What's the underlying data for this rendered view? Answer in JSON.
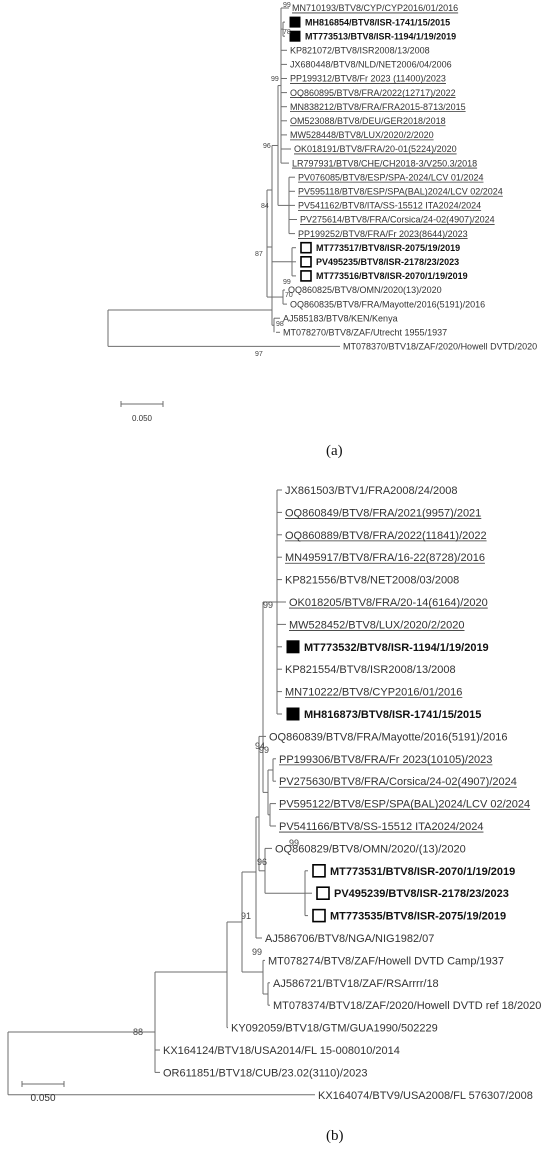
{
  "panels": [
    {
      "label": "(a)",
      "scale_bar": "0.050",
      "taxa": [
        {
          "name": "MN710193/BTV8/CYP/CYP2016/01/2016",
          "underline": true
        },
        {
          "name": "MH816854/BTV8/ISR-1741/15/2015",
          "bold": true,
          "marker": "filled"
        },
        {
          "name": "MT773513/BTV8/ISR-1194/1/19/2019",
          "bold": true,
          "marker": "filled"
        },
        {
          "name": "KP821072/BTV8/ISR2008/13/2008"
        },
        {
          "name": "JX680448/BTV8/NLD/NET2006/04/2006"
        },
        {
          "name": "PP199312/BTV8/Fr 2023 (11400)/2023",
          "underline": true
        },
        {
          "name": "OQ860895/BTV8/FRA/2022(12717)/2022",
          "underline": true
        },
        {
          "name": "MN838212/BTV8/FRA/FRA2015-8713/2015",
          "underline": true
        },
        {
          "name": "OM523088/BTV8/DEU/GER2018/2018",
          "underline": true
        },
        {
          "name": "MW528448/BTV8/LUX/2020/2/2020",
          "underline": true
        },
        {
          "name": "OK018191/BTV8/FRA/20-01(5224)/2020",
          "underline": true
        },
        {
          "name": "LR797931/BTV8/CHE/CH2018-3/V250.3/2018",
          "underline": true
        },
        {
          "name": "PV076085/BTV8/ESP/SPA-2024/LCV 01/2024",
          "underline": true
        },
        {
          "name": "PV595118/BTV8/ESP/SPA(BAL)2024/LCV 02/2024",
          "underline": true
        },
        {
          "name": "PV541162/BTV8/ITA/SS-15512 ITA2024/2024",
          "underline": true
        },
        {
          "name": "PV275614/BTV8/FRA/Corsica/24-02(4907)/2024",
          "underline": true
        },
        {
          "name": "PP199252/BTV8/FRA/Fr 2023(8644)/2023",
          "underline": true
        },
        {
          "name": "MT773517/BTV8/ISR-2075/19/2019",
          "bold": true,
          "marker": "open"
        },
        {
          "name": "PV495235/BTV8/ISR-2178/23/2023",
          "bold": true,
          "marker": "open"
        },
        {
          "name": "MT773516/BTV8/ISR-2070/1/19/2019",
          "bold": true,
          "marker": "open"
        },
        {
          "name": "OQ860825/BTV8/OMN/2020(13)/2020"
        },
        {
          "name": "OQ860835/BTV8/FRA/Mayotte/2016(5191)/2016"
        },
        {
          "name": "AJ585183/BTV8/KEN/Kenya"
        },
        {
          "name": "MT078270/BTV8/ZAF/Utrecht 1955/1937"
        },
        {
          "name": "MT078370/BTV18/ZAF/2020/Howell DVTD/2020"
        }
      ],
      "bootstrap": [
        "99",
        "78",
        "99",
        "96",
        "84",
        "87",
        "99",
        "70",
        "98",
        "97"
      ]
    },
    {
      "label": "(b)",
      "scale_bar": "0.050",
      "taxa": [
        {
          "name": "JX861503/BTV1/FRA2008/24/2008"
        },
        {
          "name": "OQ860849/BTV8/FRA/2021(9957)/2021",
          "underline": true
        },
        {
          "name": "OQ860889/BTV8/FRA/2022(11841)/2022",
          "underline": true
        },
        {
          "name": "MN495917/BTV8/FRA/16-22(8728)/2016",
          "underline": true
        },
        {
          "name": "KP821556/BTV8/NET2008/03/2008"
        },
        {
          "name": "OK018205/BTV8/FRA/20-14(6164)/2020",
          "underline": true
        },
        {
          "name": "MW528452/BTV8/LUX/2020/2/2020",
          "underline": true
        },
        {
          "name": "MT773532/BTV8/ISR-1194/1/19/2019",
          "bold": true,
          "marker": "filled"
        },
        {
          "name": "KP821554/BTV8/ISR2008/13/2008"
        },
        {
          "name": "MN710222/BTV8/CYP2016/01/2016",
          "underline": true
        },
        {
          "name": "MH816873/BTV8/ISR-1741/15/2015",
          "bold": true,
          "marker": "filled"
        },
        {
          "name": "OQ860839/BTV8/FRA/Mayotte/2016(5191)/2016"
        },
        {
          "name": "PP199306/BTV8/FRA/Fr 2023(10105)/2023",
          "underline": true
        },
        {
          "name": "PV275630/BTV8/FRA/Corsica/24-02(4907)/2024",
          "underline": true
        },
        {
          "name": "PV595122/BTV8/ESP/SPA(BAL)2024/LCV 02/2024",
          "underline": true
        },
        {
          "name": "PV541166/BTV8/SS-15512 ITA2024/2024",
          "underline": true
        },
        {
          "name": "OQ860829/BTV8/OMN/2020/(13)/2020"
        },
        {
          "name": "MT773531/BTV8/ISR-2070/1/19/2019",
          "bold": true,
          "marker": "open"
        },
        {
          "name": "PV495239/BTV8/ISR-2178/23/2023",
          "bold": true,
          "marker": "open"
        },
        {
          "name": "MT773535/BTV8/ISR-2075/19/2019",
          "bold": true,
          "marker": "open"
        },
        {
          "name": "AJ586706/BTV8/NGA/NIG1982/07"
        },
        {
          "name": "MT078274/BTV8/ZAF/Howell DVTD Camp/1937"
        },
        {
          "name": "AJ586721/BTV18/ZAF/RSArrrr/18"
        },
        {
          "name": "MT078374/BTV18/ZAF/2020/Howell DVTD ref 18/2020"
        },
        {
          "name": "KY092059/BTV18/GTM/GUA1990/502229"
        },
        {
          "name": "KX164124/BTV18/USA2014/FL 15-008010/2014"
        },
        {
          "name": "OR611851/BTV18/CUB/23.02(3110)/2023"
        },
        {
          "name": "KX164074/BTV9/USA2008/FL 576307/2008"
        }
      ],
      "bootstrap": [
        "99",
        "94",
        "99",
        "99",
        "96",
        "91",
        "99",
        "88"
      ]
    }
  ]
}
